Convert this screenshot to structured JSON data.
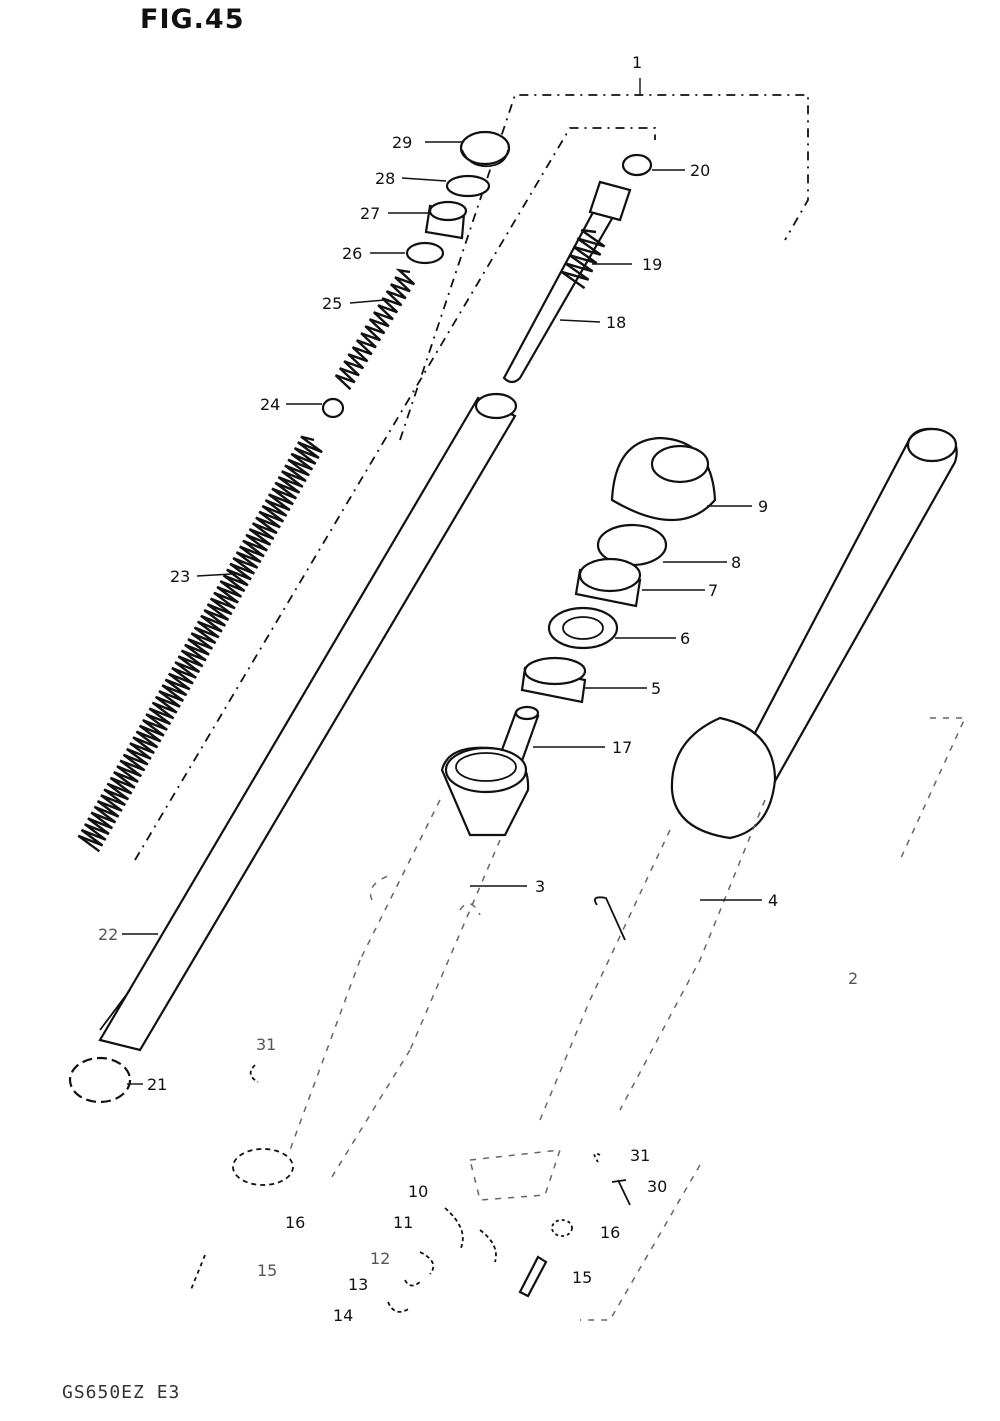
{
  "figure": {
    "title": "FIG.45"
  },
  "footer": {
    "model_code": "GS650EZ E3"
  },
  "callouts": {
    "c1": "1",
    "c2": "2",
    "c3": "3",
    "c4": "4",
    "c5": "5",
    "c6": "6",
    "c7": "7",
    "c8": "8",
    "c9": "9",
    "c10": "10",
    "c11": "11",
    "c12": "12",
    "c13": "13",
    "c14": "14",
    "c15a": "15",
    "c15b": "15",
    "c16a": "16",
    "c16b": "16",
    "c17": "17",
    "c18": "18",
    "c19": "19",
    "c20": "20",
    "c21": "21",
    "c22": "22",
    "c23": "23",
    "c24": "24",
    "c25": "25",
    "c26": "26",
    "c27": "27",
    "c28": "28",
    "c29": "29",
    "c30": "30",
    "c31a": "31",
    "c31b": "31"
  }
}
